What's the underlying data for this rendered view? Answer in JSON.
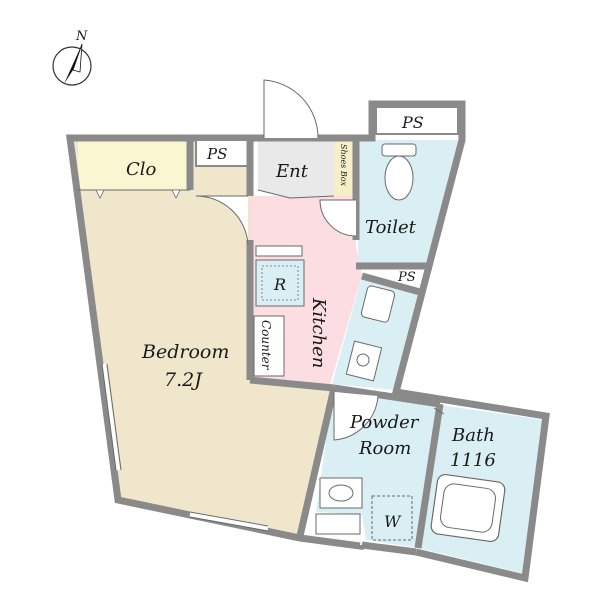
{
  "compass": {
    "label": "N"
  },
  "rooms": {
    "closet": "Clo",
    "ps_top": "PS",
    "entrance": "Ent",
    "shoes_box": "Shoes Box",
    "ps_toilet": "PS",
    "toilet": "Toilet",
    "ps_kitchen": "PS",
    "bedroom": "Bedroom",
    "bedroom_size": "7.2J",
    "refrigerator": "R",
    "counter": "Counter",
    "kitchen": "Kitchen",
    "powder_room_1": "Powder",
    "powder_room_2": "Room",
    "bath": "Bath",
    "bath_size": "1116",
    "washer": "W"
  },
  "colors": {
    "bedroom": "#efe6cc",
    "kitchen": "#fbdde2",
    "wet_area": "#d9eff4",
    "closet": "#fbf6d2",
    "entrance": "#e9e9e9",
    "shoes_box": "#f6f0c8",
    "wall": "#8a8a8a"
  }
}
